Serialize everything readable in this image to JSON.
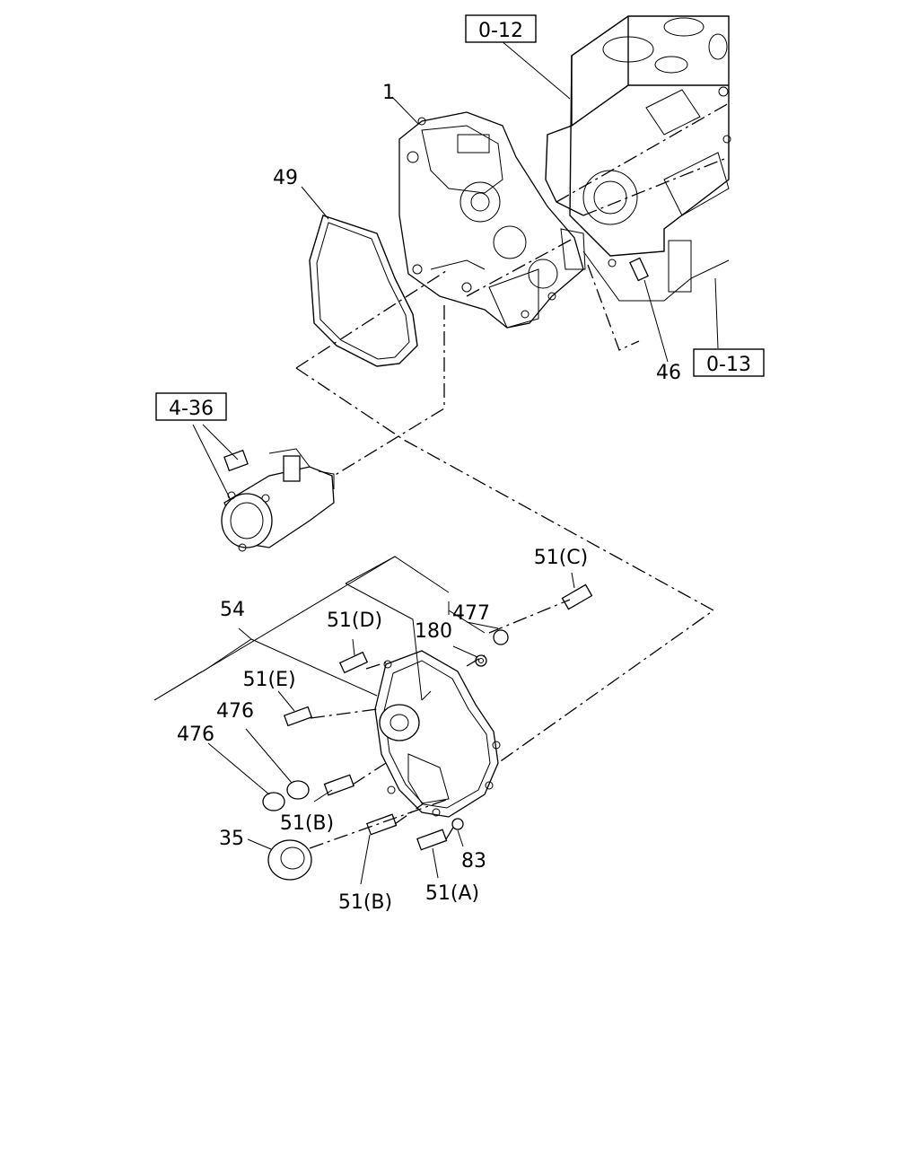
{
  "callouts": {
    "ref_0_12": "0-12",
    "ref_0_13": "0-13",
    "ref_4_36": "4-36",
    "p1": "1",
    "p49": "49",
    "p46": "46",
    "p51c": "51(C)",
    "p477": "477",
    "p180": "180",
    "p54": "54",
    "p51d": "51(D)",
    "p51e": "51(E)",
    "p476a": "476",
    "p476b": "476",
    "p51b_upper": "51(B)",
    "p35": "35",
    "p83": "83",
    "p51b_lower": "51(B)",
    "p51a": "51(A)"
  }
}
